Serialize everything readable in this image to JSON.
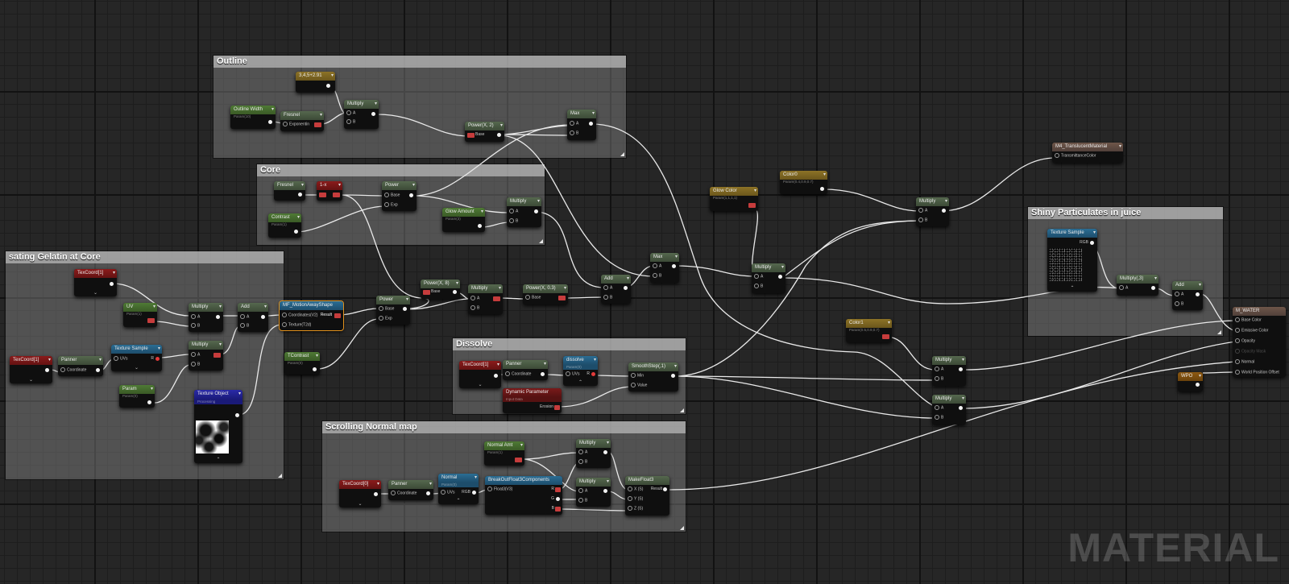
{
  "editor": {
    "watermark": "MATERIAL"
  },
  "comments": {
    "outline": "Outline",
    "core": "Core",
    "gelatin": "sating Gelatin at Core",
    "dissolve": "Dissolve",
    "scrolling": "Scrolling Normal map",
    "shiny": "Shiny Particulates in juice"
  },
  "nodes": {
    "n_vector": {
      "title": "3,4,5+2.91"
    },
    "n_outline_width": {
      "title": "Outline Width",
      "sub": "Param(10)"
    },
    "n_fresnel_a": {
      "title": "Fresnel",
      "pins": [
        "Exponentin"
      ]
    },
    "n_mul_a": {
      "title": "Multiply",
      "pins": [
        "A",
        "B"
      ]
    },
    "n_power_a": {
      "title": "Power(X, 2)",
      "pins": [
        "Base"
      ]
    },
    "n_max_a": {
      "title": "Max",
      "pins": [
        "A",
        "B"
      ]
    },
    "n_fresnel_b": {
      "title": "Fresnel"
    },
    "n_const_b": {
      "title": "1-x"
    },
    "n_contrast": {
      "title": "Contrast",
      "sub": "Param(1)"
    },
    "n_power_b": {
      "title": "Power",
      "pins": [
        "Base",
        "Exp"
      ]
    },
    "n_glow_amount": {
      "title": "Glow Amount",
      "sub": "Param(3)"
    },
    "n_mul_b": {
      "title": "Multiply",
      "pins": [
        "A",
        "B"
      ]
    },
    "n_texcoord_a": {
      "title": "TexCoord[1]"
    },
    "n_uv": {
      "title": "UV",
      "sub": "Param(1)"
    },
    "n_mul_c": {
      "title": "Multiply",
      "pins": [
        "A",
        "B"
      ]
    },
    "n_add_a": {
      "title": "Add",
      "pins": [
        "A",
        "B"
      ]
    },
    "n_mf": {
      "title": "MF_MotionAwayShape",
      "pins": [
        "Coordinates(V2)",
        "Texture(T2d)"
      ],
      "out": "Result"
    },
    "n_texcoord_b": {
      "title": "TexCoord[1]"
    },
    "n_panner_a": {
      "title": "Panner",
      "pins": [
        "Coordinate"
      ]
    },
    "n_texsample_a": {
      "title": "Texture Sample",
      "pins": [
        "UVs"
      ],
      "out": "R"
    },
    "n_mul_d": {
      "title": "Multiply",
      "pins": [
        "A",
        "B"
      ]
    },
    "n_param_a": {
      "title": "Param",
      "sub": "Param(0)"
    },
    "n_texobj": {
      "title": "Texture Object",
      "sub": "Processing"
    },
    "n_tcontrast": {
      "title": "TContrast",
      "sub": "Param(0)"
    },
    "n_power_c": {
      "title": "Power",
      "pins": [
        "Base",
        "Exp"
      ]
    },
    "n_power_d": {
      "title": "Power(X, 8)",
      "pins": [
        "Base"
      ]
    },
    "n_mul_e": {
      "title": "Multiply",
      "pins": [
        "A",
        "B"
      ]
    },
    "n_power_e": {
      "title": "Power(X, 0.3)",
      "pins": [
        "Base"
      ]
    },
    "n_add_b": {
      "title": "Add",
      "pins": [
        "A",
        "B"
      ]
    },
    "n_max_b": {
      "title": "Max",
      "pins": [
        "A",
        "B"
      ]
    },
    "n_glow_color": {
      "title": "Glow Color",
      "sub": "Param(1,1,1,1)"
    },
    "n_mul_f": {
      "title": "Multiply",
      "pins": [
        "A",
        "B"
      ]
    },
    "n_color": {
      "title": "Color0",
      "sub": "Param(0.4,0.9,0.7)"
    },
    "n_mul_g": {
      "title": "Multiply",
      "pins": [
        "A",
        "B"
      ]
    },
    "n_translucent": {
      "title": "M4_TranslucentMaterial",
      "pins": [
        "TransmittanceColor"
      ]
    },
    "n_texsample_b": {
      "title": "Texture Sample",
      "out": "RGB"
    },
    "n_mul_h": {
      "title": "Multiply(,3)",
      "pins": [
        "A"
      ]
    },
    "n_add_c": {
      "title": "Add",
      "pins": [
        "A",
        "B"
      ]
    },
    "n_result": {
      "title": "M_WATER",
      "pins": [
        "Base Color",
        "Emissive Color",
        "Opacity",
        "Opacity Mask",
        "Normal",
        "World Position Offset"
      ]
    },
    "n_color1": {
      "title": "Color1",
      "sub": "Param(0.5,0.9,0.7)"
    },
    "n_wpo": {
      "title": "WPO"
    },
    "n_mul_i": {
      "title": "Multiply",
      "pins": [
        "A",
        "B"
      ]
    },
    "n_mul_j": {
      "title": "Multiply",
      "pins": [
        "A",
        "B"
      ]
    },
    "n_texcoord_c": {
      "title": "TexCoord[1]"
    },
    "n_panner_b": {
      "title": "Panner",
      "pins": [
        "Coordinate"
      ]
    },
    "n_dissolve": {
      "title": "dissolve",
      "sub": "Param(0)",
      "pins": [
        "UVs"
      ],
      "out": "R"
    },
    "n_dynparam": {
      "title": "Dynamic Parameter",
      "sub": "Input Data",
      "out": "Erosion"
    },
    "n_smoothstep": {
      "title": "SmoothStep(,1)",
      "pins": [
        "Min",
        "Value"
      ]
    },
    "n_normal_amt": {
      "title": "Normal Amt",
      "sub": "Param(1)"
    },
    "n_mul_k": {
      "title": "Multiply",
      "pins": [
        "A",
        "B"
      ]
    },
    "n_mul_l": {
      "title": "Multiply",
      "pins": [
        "A",
        "B"
      ]
    },
    "n_texcoord_d": {
      "title": "TexCoord[0]"
    },
    "n_panner_c": {
      "title": "Panner",
      "pins": [
        "Coordinate"
      ]
    },
    "n_normal": {
      "title": "Normal",
      "sub": "Param(0)",
      "pins": [
        "UVs"
      ],
      "out": "RGB"
    },
    "n_breakout": {
      "title": "BreakOutFloat3Components",
      "pins": [
        "Float3(V3)"
      ],
      "outs": [
        "R",
        "G",
        "B"
      ]
    },
    "n_makefloat": {
      "title": "MakeFloat3",
      "pins": [
        "X (S)",
        "Y (S)",
        "Z (S)"
      ],
      "out": "Result"
    }
  }
}
